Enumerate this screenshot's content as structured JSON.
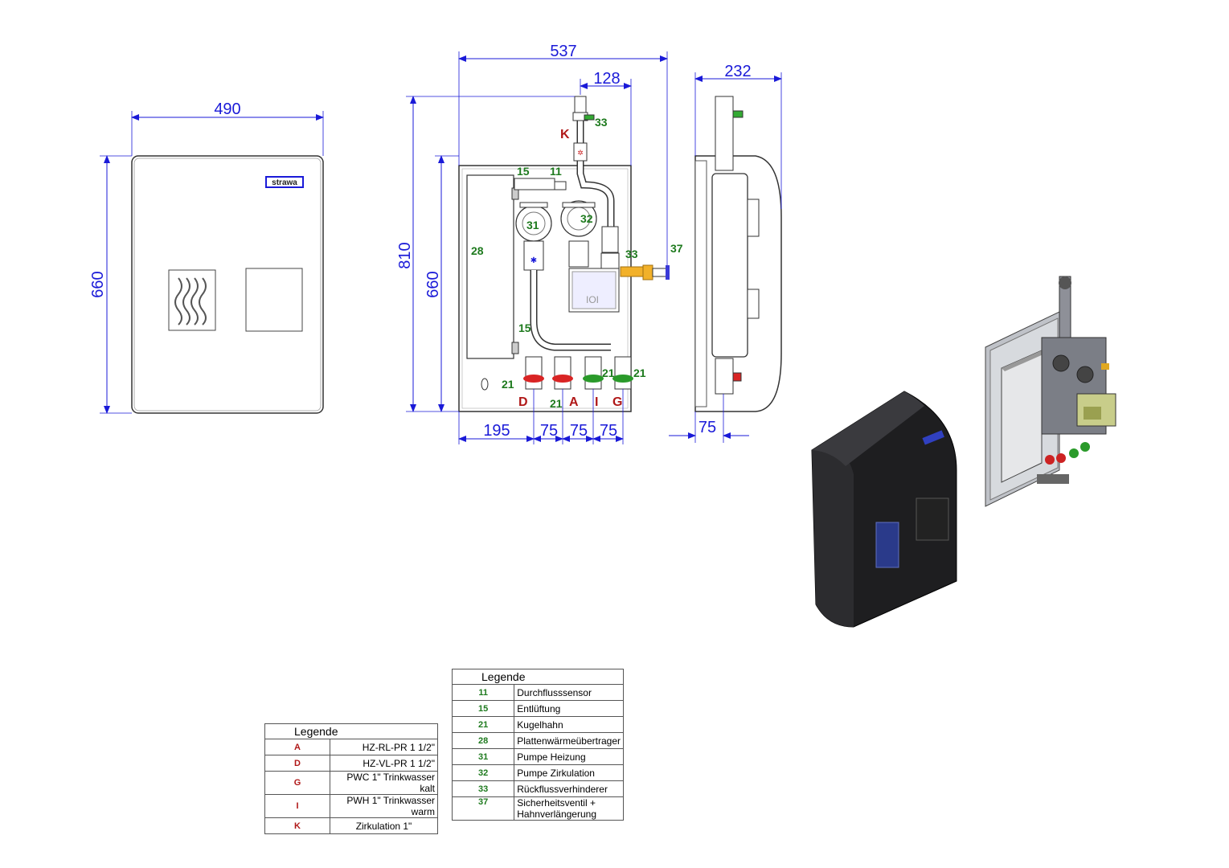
{
  "dimensions": {
    "front_width": "490",
    "front_height": "660",
    "open_width": "537",
    "open_offset": "128",
    "open_height_total": "810",
    "open_height_box": "660",
    "bottom_195": "195",
    "bottom_75a": "75",
    "bottom_75b": "75",
    "bottom_75c": "75",
    "side_depth": "232",
    "side_75": "75"
  },
  "brand_label": "strawa",
  "part_labels": {
    "p11": "11",
    "p15a": "15",
    "p15b": "15",
    "p21a": "21",
    "p21b": "21",
    "p21c": "21",
    "p21d": "21",
    "p28": "28",
    "p31": "31",
    "p32": "32",
    "p33a": "33",
    "p33b": "33",
    "p37": "37"
  },
  "connection_labels": {
    "K": "K",
    "D": "D",
    "A": "A",
    "I": "I",
    "G": "G"
  },
  "legend_connections": {
    "title": "Legende",
    "rows": [
      {
        "code": "A",
        "desc": "HZ-RL-PR 1 1/2\""
      },
      {
        "code": "D",
        "desc": "HZ-VL-PR 1 1/2\""
      },
      {
        "code": "G",
        "desc": "PWC 1\" Trinkwasser kalt"
      },
      {
        "code": "I",
        "desc": "PWH 1\" Trinkwasser warm"
      },
      {
        "code": "K",
        "desc": "Zirkulation 1\""
      }
    ]
  },
  "legend_components": {
    "title": "Legende",
    "rows": [
      {
        "code": "11",
        "desc": "Durchflusssensor"
      },
      {
        "code": "15",
        "desc": "Entlüftung"
      },
      {
        "code": "21",
        "desc": "Kugelhahn"
      },
      {
        "code": "28",
        "desc": "Plattenwärmeübertrager"
      },
      {
        "code": "31",
        "desc": "Pumpe Heizung"
      },
      {
        "code": "32",
        "desc": "Pumpe Zirkulation"
      },
      {
        "code": "33",
        "desc": "Rückflussverhinderer"
      },
      {
        "code": "37",
        "desc": "Sicherheitsventil + Hahnverlängerung"
      }
    ]
  },
  "colors": {
    "dimension": "#1a1ad8",
    "part_number": "#1e7a1e",
    "connection": "#b01818",
    "cabinet": "#1e1e20"
  }
}
